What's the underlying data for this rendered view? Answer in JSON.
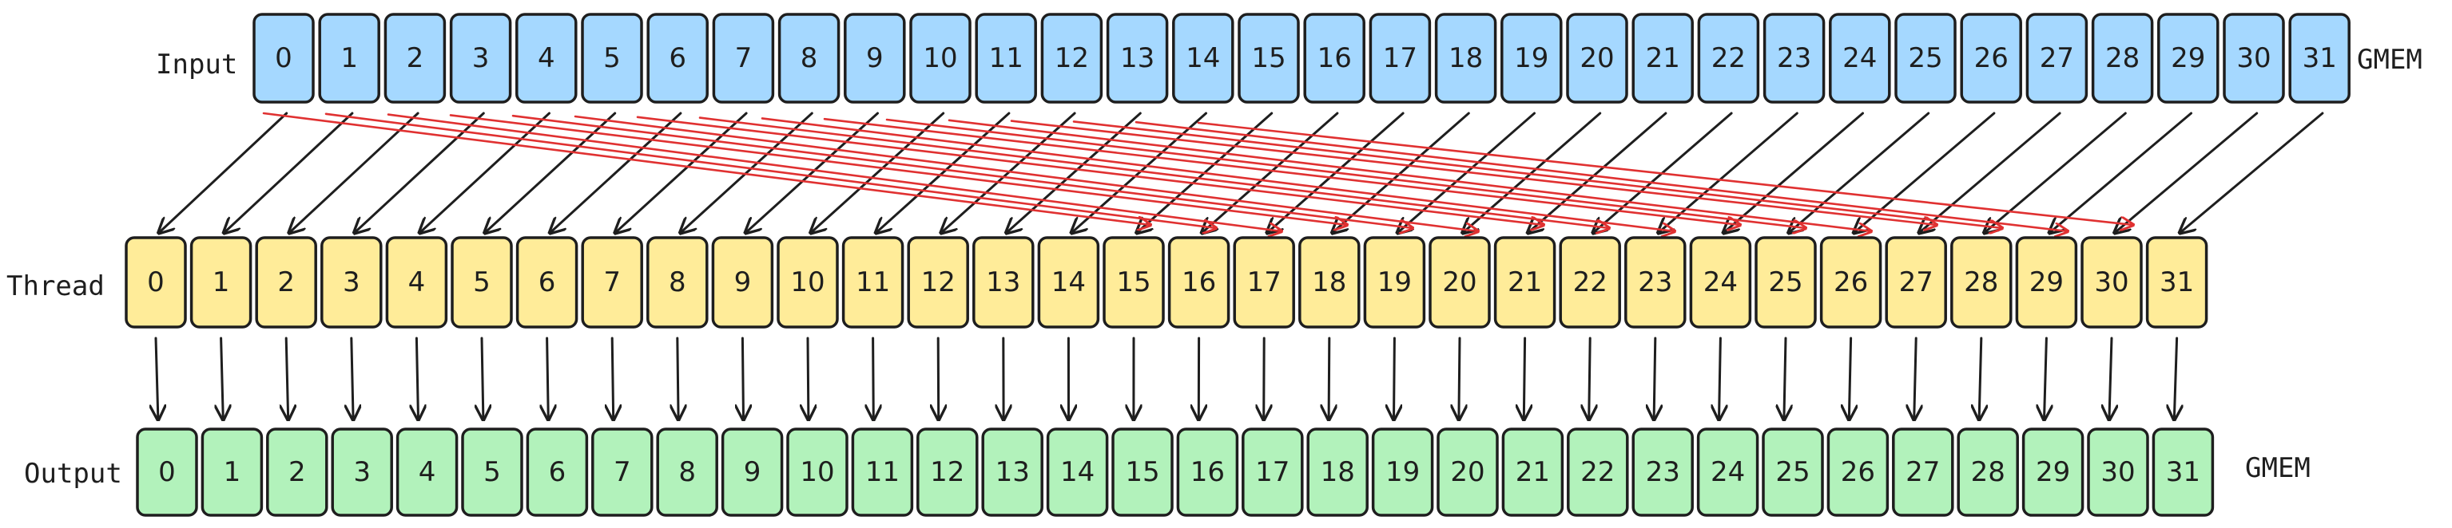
{
  "rows": {
    "input": {
      "label": "Input",
      "suffix": "GMEM",
      "fill": "#a5d8ff"
    },
    "thread": {
      "label": "Thread",
      "suffix": "",
      "fill": "#ffec99"
    },
    "output": {
      "label": "Output",
      "suffix": "GMEM",
      "fill": "#b2f2bb"
    }
  },
  "indices": [
    "0",
    "1",
    "2",
    "3",
    "4",
    "5",
    "6",
    "7",
    "8",
    "9",
    "10",
    "11",
    "12",
    "13",
    "14",
    "15",
    "16",
    "17",
    "18",
    "19",
    "20",
    "21",
    "22",
    "23",
    "24",
    "25",
    "26",
    "27",
    "28",
    "29",
    "30",
    "31"
  ],
  "colors": {
    "stroke": "#1e1e1e",
    "red_arrow": "#e03131"
  }
}
